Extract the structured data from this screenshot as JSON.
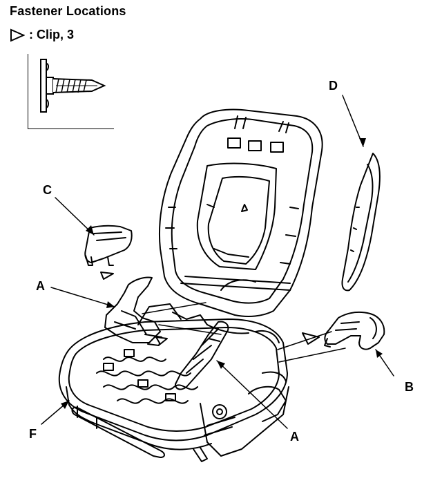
{
  "title": "Fastener Locations",
  "legend": {
    "text": ": Clip, 3"
  },
  "callouts": {
    "a1": "A",
    "a2": "A",
    "b": "B",
    "c": "C",
    "d": "D",
    "f": "F"
  }
}
